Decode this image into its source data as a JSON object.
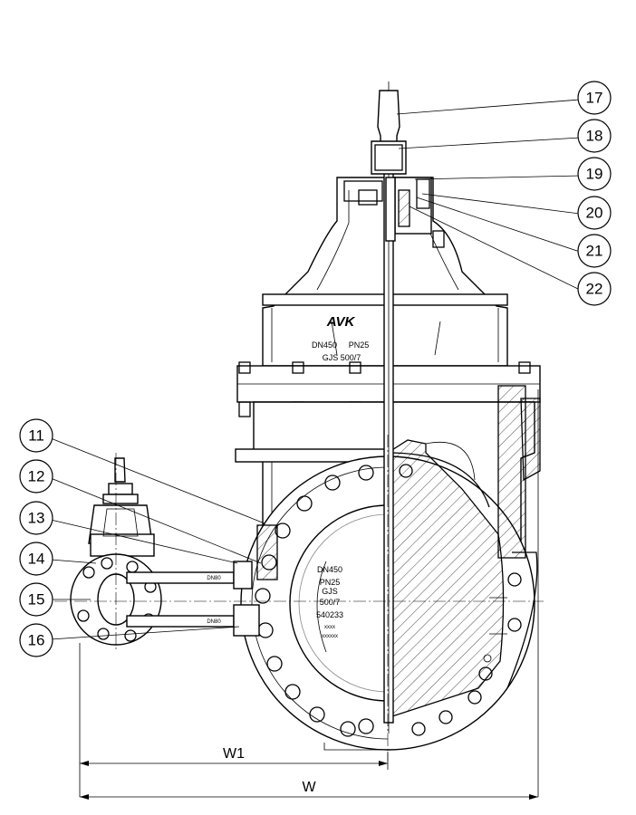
{
  "callouts": [
    {
      "label": "11"
    },
    {
      "label": "12"
    },
    {
      "label": "13"
    },
    {
      "label": "14"
    },
    {
      "label": "15"
    },
    {
      "label": "16"
    },
    {
      "label": "17"
    },
    {
      "label": "18"
    },
    {
      "label": "19"
    },
    {
      "label": "20"
    },
    {
      "label": "21"
    },
    {
      "label": "22"
    }
  ],
  "body_marking": {
    "logo": "AVK",
    "size": "DN450",
    "pressure": "PN25",
    "material": "GJS 500/7"
  },
  "flange_marking": {
    "size": "DN450",
    "pressure": "PN25",
    "material_1": "GJS",
    "material_2": "500/7",
    "code": "540233",
    "line_1": "xxxx",
    "line_2": "xxxxxx"
  },
  "bypass_labels": {
    "upper": "DN80",
    "lower": "DN80"
  },
  "dimensions": {
    "w1": "W1",
    "w": "W"
  }
}
